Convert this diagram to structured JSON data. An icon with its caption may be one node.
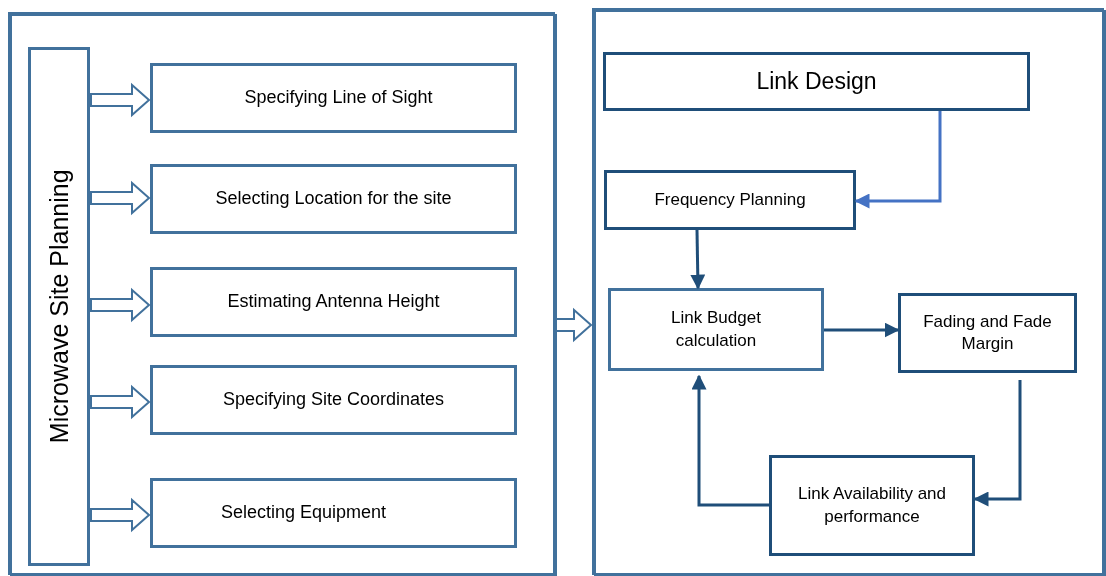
{
  "diagram": {
    "nodes": [
      {
        "text": [],
        "shape": "box"
      },
      {
        "text": [
          "Microwave Site Planning"
        ],
        "in": 0
      },
      {
        "text": [
          "Specifying Line of Sight"
        ],
        "in": 0
      },
      {
        "text": [
          "Selecting Location for the site"
        ],
        "in": 0
      },
      {
        "text": [
          "Estimating Antenna Height"
        ],
        "in": 0
      },
      {
        "text": [
          "Specifying Site Coordinates"
        ],
        "in": 0
      },
      {
        "text": [
          "Selecting Equipment"
        ],
        "in": 0
      },
      {
        "text": [],
        "shape": "box"
      },
      {
        "text": [
          "Link Design"
        ],
        "in": 7
      },
      {
        "text": [
          "Frequency Planning"
        ],
        "in": 7
      },
      {
        "text": [
          "Link Budget calculation"
        ],
        "in": 7
      },
      {
        "text": [
          "Fading and Fade Margin"
        ],
        "in": 7
      },
      {
        "text": [
          "Link Availability and performance"
        ],
        "in": 7
      }
    ],
    "edges": [
      {
        "from": 1,
        "to": 2,
        "arrow": "to"
      },
      {
        "from": 1,
        "to": 3,
        "arrow": "to"
      },
      {
        "from": 1,
        "to": 4,
        "arrow": "to"
      },
      {
        "from": 1,
        "to": 5,
        "arrow": "to"
      },
      {
        "from": 1,
        "to": 6,
        "arrow": "to"
      },
      {
        "from": 0,
        "to": 7,
        "arrow": "to"
      },
      {
        "from": 8,
        "to": 9,
        "arrow": "to",
        "color": "#4472c4"
      },
      {
        "from": 9,
        "to": 10,
        "arrow": "to",
        "color": "#1f4e79"
      },
      {
        "from": 10,
        "to": 11,
        "arrow": "to",
        "color": "#1f4e79"
      },
      {
        "from": 11,
        "to": 12,
        "arrow": "to",
        "color": "#1f4e79"
      },
      {
        "from": 12,
        "to": 10,
        "arrow": "to",
        "color": "#1f4e79"
      }
    ]
  }
}
